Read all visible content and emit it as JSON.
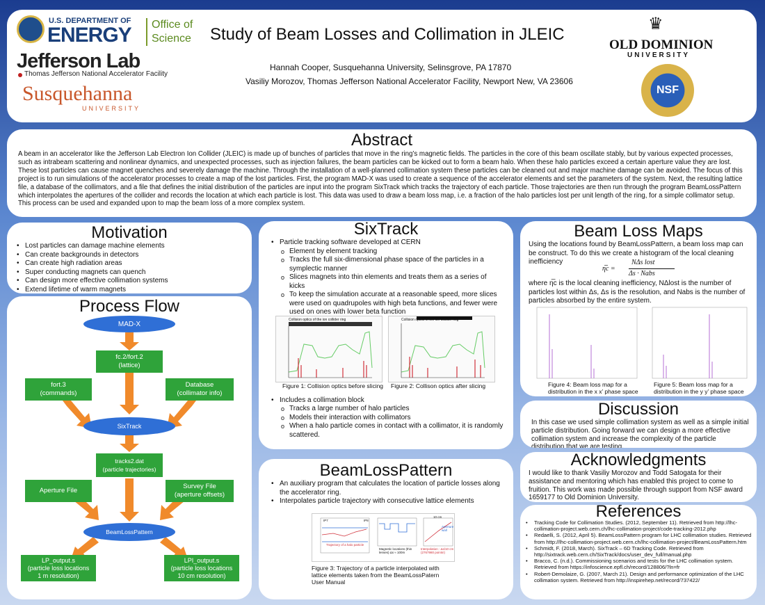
{
  "header": {
    "doe_line1": "U.S. DEPARTMENT OF",
    "doe_line2": "ENERGY",
    "office": "Office of Science",
    "jlab": "Jefferson Lab",
    "jlab_sub": "Thomas Jefferson National Accelerator Facility",
    "susq": "Susquehanna",
    "susq_sub": "UNIVERSITY",
    "title": "Study of Beam Losses and Collimation in JLEIC",
    "author1": "Hannah Cooper, Susquehanna University, Selinsgrove, PA 17870",
    "author2": "Vasiliy Morozov, Thomas Jefferson National Accelerator Facility, Newport New, VA 23606",
    "odu1": "OLD DOMINION",
    "odu2": "UNIVERSITY",
    "nsf": "NSF"
  },
  "abstract": {
    "title": "Abstract",
    "text": "A beam in an accelerator like the Jefferson Lab Electron Ion Collider (JLEIC) is made up of bunches of particles that move in the ring’s magnetic fields. The particles in the core of this beam oscillate stably, but by various expected processes, such as intrabeam scattering and nonlinear dynamics, and unexpected processes, such as injection failures, the beam particles can be kicked out to form a beam halo. When these halo particles exceed a certain aperture value they are lost. These lost particles can cause magnet quenches and severely damage the machine. Through the installation of a well-planned collimation system these particles can be cleaned out and major machine damage can be avoided. The focus of this project is to run simulations of the accelerator processes to create a map of the lost particles. First, the program MAD-X was used to create a sequence of the accelerator elements and set the parameters of the system. Next, the resulting lattice file, a database of the collimators, and a file that defines the initial distribution of the particles are input into the program SixTrack which tracks the trajectory of each particle. Those trajectories are then run through the program BeamLossPattern which interpolates the apertures of the collider and records the location at which each particle is lost. This data was used to draw a beam loss map, i.e. a fraction of the halo particles lost per unit length of the ring, for a simple collimator setup. This process can be used and expanded upon to map the beam loss of a more complex system."
  },
  "motivation": {
    "title": "Motivation",
    "items": [
      "Lost particles can damage machine elements",
      "Can create backgrounds in detectors",
      "Can create high radiation areas",
      "Super conducting magnets can quench",
      "Can design more effective collimation systems",
      "Extend lifetime of warm magnets"
    ]
  },
  "process": {
    "title": "Process Flow",
    "madx": "MAD-X",
    "fc2": "fc.2/fort.2\n(lattice)",
    "fort3": "fort.3\n(commands)",
    "database": "Database\n(collimator info)",
    "sixtrack": "SixTrack",
    "tracks": "tracks2.dat\n(particle trajectories)",
    "aperture": "Aperture File",
    "survey": "Survey File\n(aperture offsets)",
    "blp": "BeamLossPattern",
    "lp": "LP_output.s\n(particle loss locations\n1 m resolution)",
    "lpi": "LPI_output.s\n(particle loss locations\n10 cm resolution)"
  },
  "sixtrack": {
    "title": "SixTrack",
    "bullet1": "Particle tracking software developed at CERN",
    "sub1": [
      "Element by element tracking",
      "Tracks the full six-dimensional phase space of the particles in a symplectic manner",
      "Slices magnets into thin elements and treats them as a series of kicks",
      "To keep the simulation accurate at a reasonable speed, more slices were used on quadrupoles with high beta functions, and fewer were used on ones with lower beta function"
    ],
    "fig1_cap": "Figure 1: Collision optics before slicing",
    "fig2_cap": "Figure 2: Collison optics after slicing",
    "fig_inner_title": "Collision optics of the ion collider ring",
    "bullet2": "Includes a collimation block",
    "sub2": [
      "Tracks a large number of halo particles",
      "Models their interaction with collimators",
      "When a halo particle comes in contact with a collimator, it is randomly scattered."
    ]
  },
  "beamlosspattern": {
    "title": "BeamLossPattern",
    "items": [
      "An auxiliary program that calculates the location of particle losses along the accelerator ring.",
      "Interpolates particle trajectory with consecutive lattice elements"
    ],
    "fig3_cap": "Figure 3: Trajectory of a particle interpolated with lattice elements taken from the BeamLossPatern User Manual",
    "fig_labels": [
      "Trajectory of a halo particle",
      "Magnetic locations (thin lenses) Δs ≈ 100m",
      "Interpolation : Δs/10 cm (2767980 points!)",
      "Aperture wall",
      "10 cm",
      "IP7",
      "IP8"
    ]
  },
  "beamloss": {
    "title": "Beam Loss Maps",
    "intro": "Using the locations found by BeamLossPattern, a beam loss map can be construct.  To do this we create a histogram of the local cleaning inefficiency",
    "eq_lhs": "η̅c =",
    "eq_num": "NΔs lost",
    "eq_den": "Δs · Nabs",
    "desc": "where η̅c is the local cleaning inefficiency, NΔlost is the number of particles lost within Δs, Δs is the resolution, and Nabs is the number of particles absorbed by the entire system.",
    "fig4_cap": "Figure 4: Beam loss map for a distribution in the x x’ phase space",
    "fig5_cap": "Figure 5: Beam loss map for a distribution in the y y’ phase space"
  },
  "discussion": {
    "title": "Discussion",
    "text": "In this case we used simple collimation system as well as a simple initial particle distribution. Going forward we can design a more effective collimation system and increase the complexity of the particle distribution that we are testing."
  },
  "ack": {
    "title": "Acknowledgments",
    "text": "I would like to thank Vasiliy Morozov and Todd Satogata for their assistance and mentoring which has enabled this project to come to fruition. This work was made possible through support from NSF award 1659177 to Old Dominion University."
  },
  "refs": {
    "title": "References",
    "items": [
      "Tracking Code for Collimation Studies. (2012, September 11). Retrieved from http://lhc-collimation-project.web.cern.ch/lhc-collimation-project/code-tracking-2012.php",
      "Redaelli, S. (2012, April 5). BeamLossPattern program for LHC collimation studies. Retrieved from http://lhc-collimation-project.web.cern.ch/lhc-collimation-project/BeamLossPattern.htm",
      "Schmidt, F. (2018, March). SixTrack – 6D Tracking Code. Retrieved from http://sixtrack.web.cern.ch/SixTrack/docs/user_dev_full/manual.php",
      "Bracco, C. (n.d.). Commissioning scenarios and tests for the LHC collimation system. Retrieved from https://infoscience.epfl.ch/record/128806/?ln=fr",
      "Robert-Demolaize, G. (2007, March 21). Design and performance optimization of the LHC collimation system. Retrieved from http://inspirehep.net/record/737422/"
    ]
  },
  "colors": {
    "node_green": "#2fa33a",
    "node_blue": "#2f6fd6",
    "arrow": "#f08a2b",
    "loss_red": "#d0303a",
    "beta_green": "#66cc66",
    "loss_purple": "#b46fd6"
  }
}
